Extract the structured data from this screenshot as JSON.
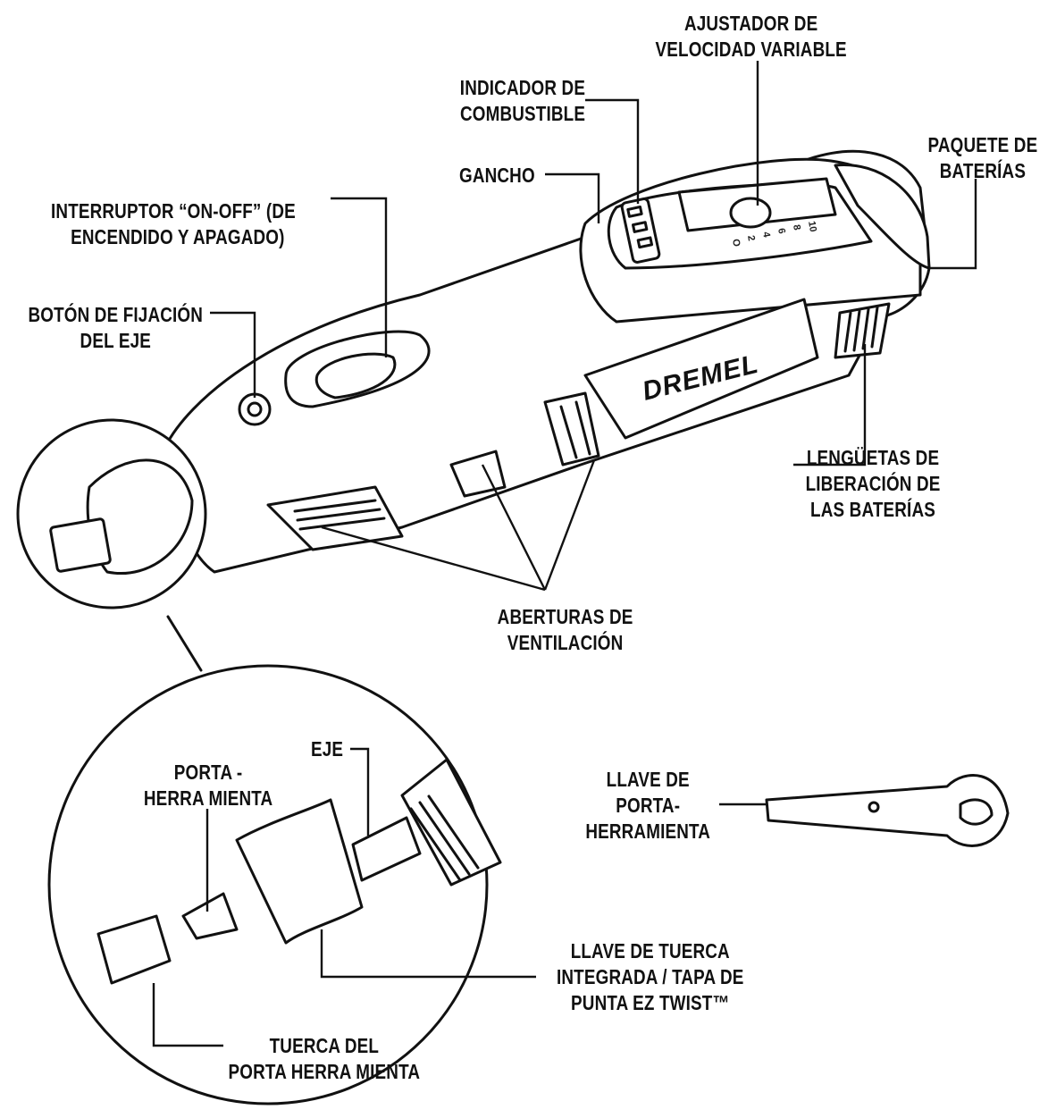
{
  "labels": {
    "speed_adjuster": [
      "AJUSTADOR DE",
      "VELOCIDAD VARIABLE"
    ],
    "fuel_indicator": [
      "INDICADOR DE",
      "COMBUSTIBLE"
    ],
    "battery_pack": [
      "PAQUETE DE",
      "BATERÍAS"
    ],
    "hook": "GANCHO",
    "on_off_switch": [
      "INTERRUPTOR “ON-OFF” (DE",
      "ENCENDIDO Y APAGADO)"
    ],
    "shaft_lock": [
      "BOTÓN DE FIJACIÓN",
      "DEL EJE"
    ],
    "battery_release": [
      "LENGÜETAS DE",
      "LIBERACIÓN DE",
      "LAS BATERÍAS"
    ],
    "vents": [
      "ABERTURAS DE",
      "VENTILACIÓN"
    ],
    "shaft": "EJE",
    "collet": [
      "PORTA -",
      "HERRA MIENTA"
    ],
    "collet_wrench": [
      "LLAVE DE",
      "PORTA-",
      "HERRAMIENTA"
    ],
    "ez_twist_cap": [
      "LLAVE DE TUERCA",
      "INTEGRADA / TAPA DE",
      "PUNTA EZ TWIST™"
    ],
    "collet_nut": [
      "TUERCA DEL",
      "PORTA HERRA MIENTA"
    ]
  },
  "brand": "DREMEL",
  "dial_marks": [
    "10",
    "8",
    "6",
    "4",
    "2",
    "O"
  ],
  "colors": {
    "ink": "#111111",
    "background": "#ffffff",
    "fill": "#ffffff"
  }
}
